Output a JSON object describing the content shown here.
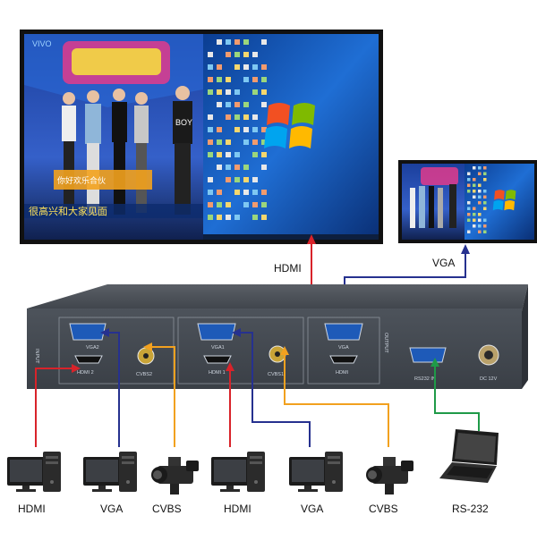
{
  "outputs": {
    "hdmi_label": "HDMI",
    "vga_label": "VGA"
  },
  "tv_screen": {
    "show_banner": "你好欢乐合伙",
    "show_caption": "很高兴和大家见面",
    "boy_shirt": "BOY",
    "logo": "VIVO"
  },
  "device": {
    "input_side_label": "INPUT",
    "output_side_label": "OUTPUT",
    "ports": {
      "vga2": "VGA2",
      "hdmi2": "HDMI 2",
      "cvbs2": "CVBS2",
      "vga1": "VGA1",
      "hdmi1": "HDMI 1",
      "cvbs1": "CVBS1",
      "out_vga": "VGA",
      "out_hdmi": "HDMI",
      "rs232": "RS232 IN",
      "dc": "DC 12V"
    }
  },
  "sources": [
    {
      "label": "HDMI"
    },
    {
      "label": "VGA"
    },
    {
      "label": "CVBS"
    },
    {
      "label": "HDMI"
    },
    {
      "label": "VGA"
    },
    {
      "label": "CVBS"
    },
    {
      "label": "RS-232"
    }
  ],
  "colors": {
    "hdmi": "#d8232a",
    "vga": "#26318f",
    "cvbs": "#f2a11f",
    "rs232": "#1f9a48",
    "device": "#474c53",
    "screen_blue": "#1f6ed4"
  },
  "icons": [
    "pc-tower-icon",
    "monitor-icon",
    "camcorder-icon",
    "laptop-icon",
    "windows-logo-icon"
  ]
}
